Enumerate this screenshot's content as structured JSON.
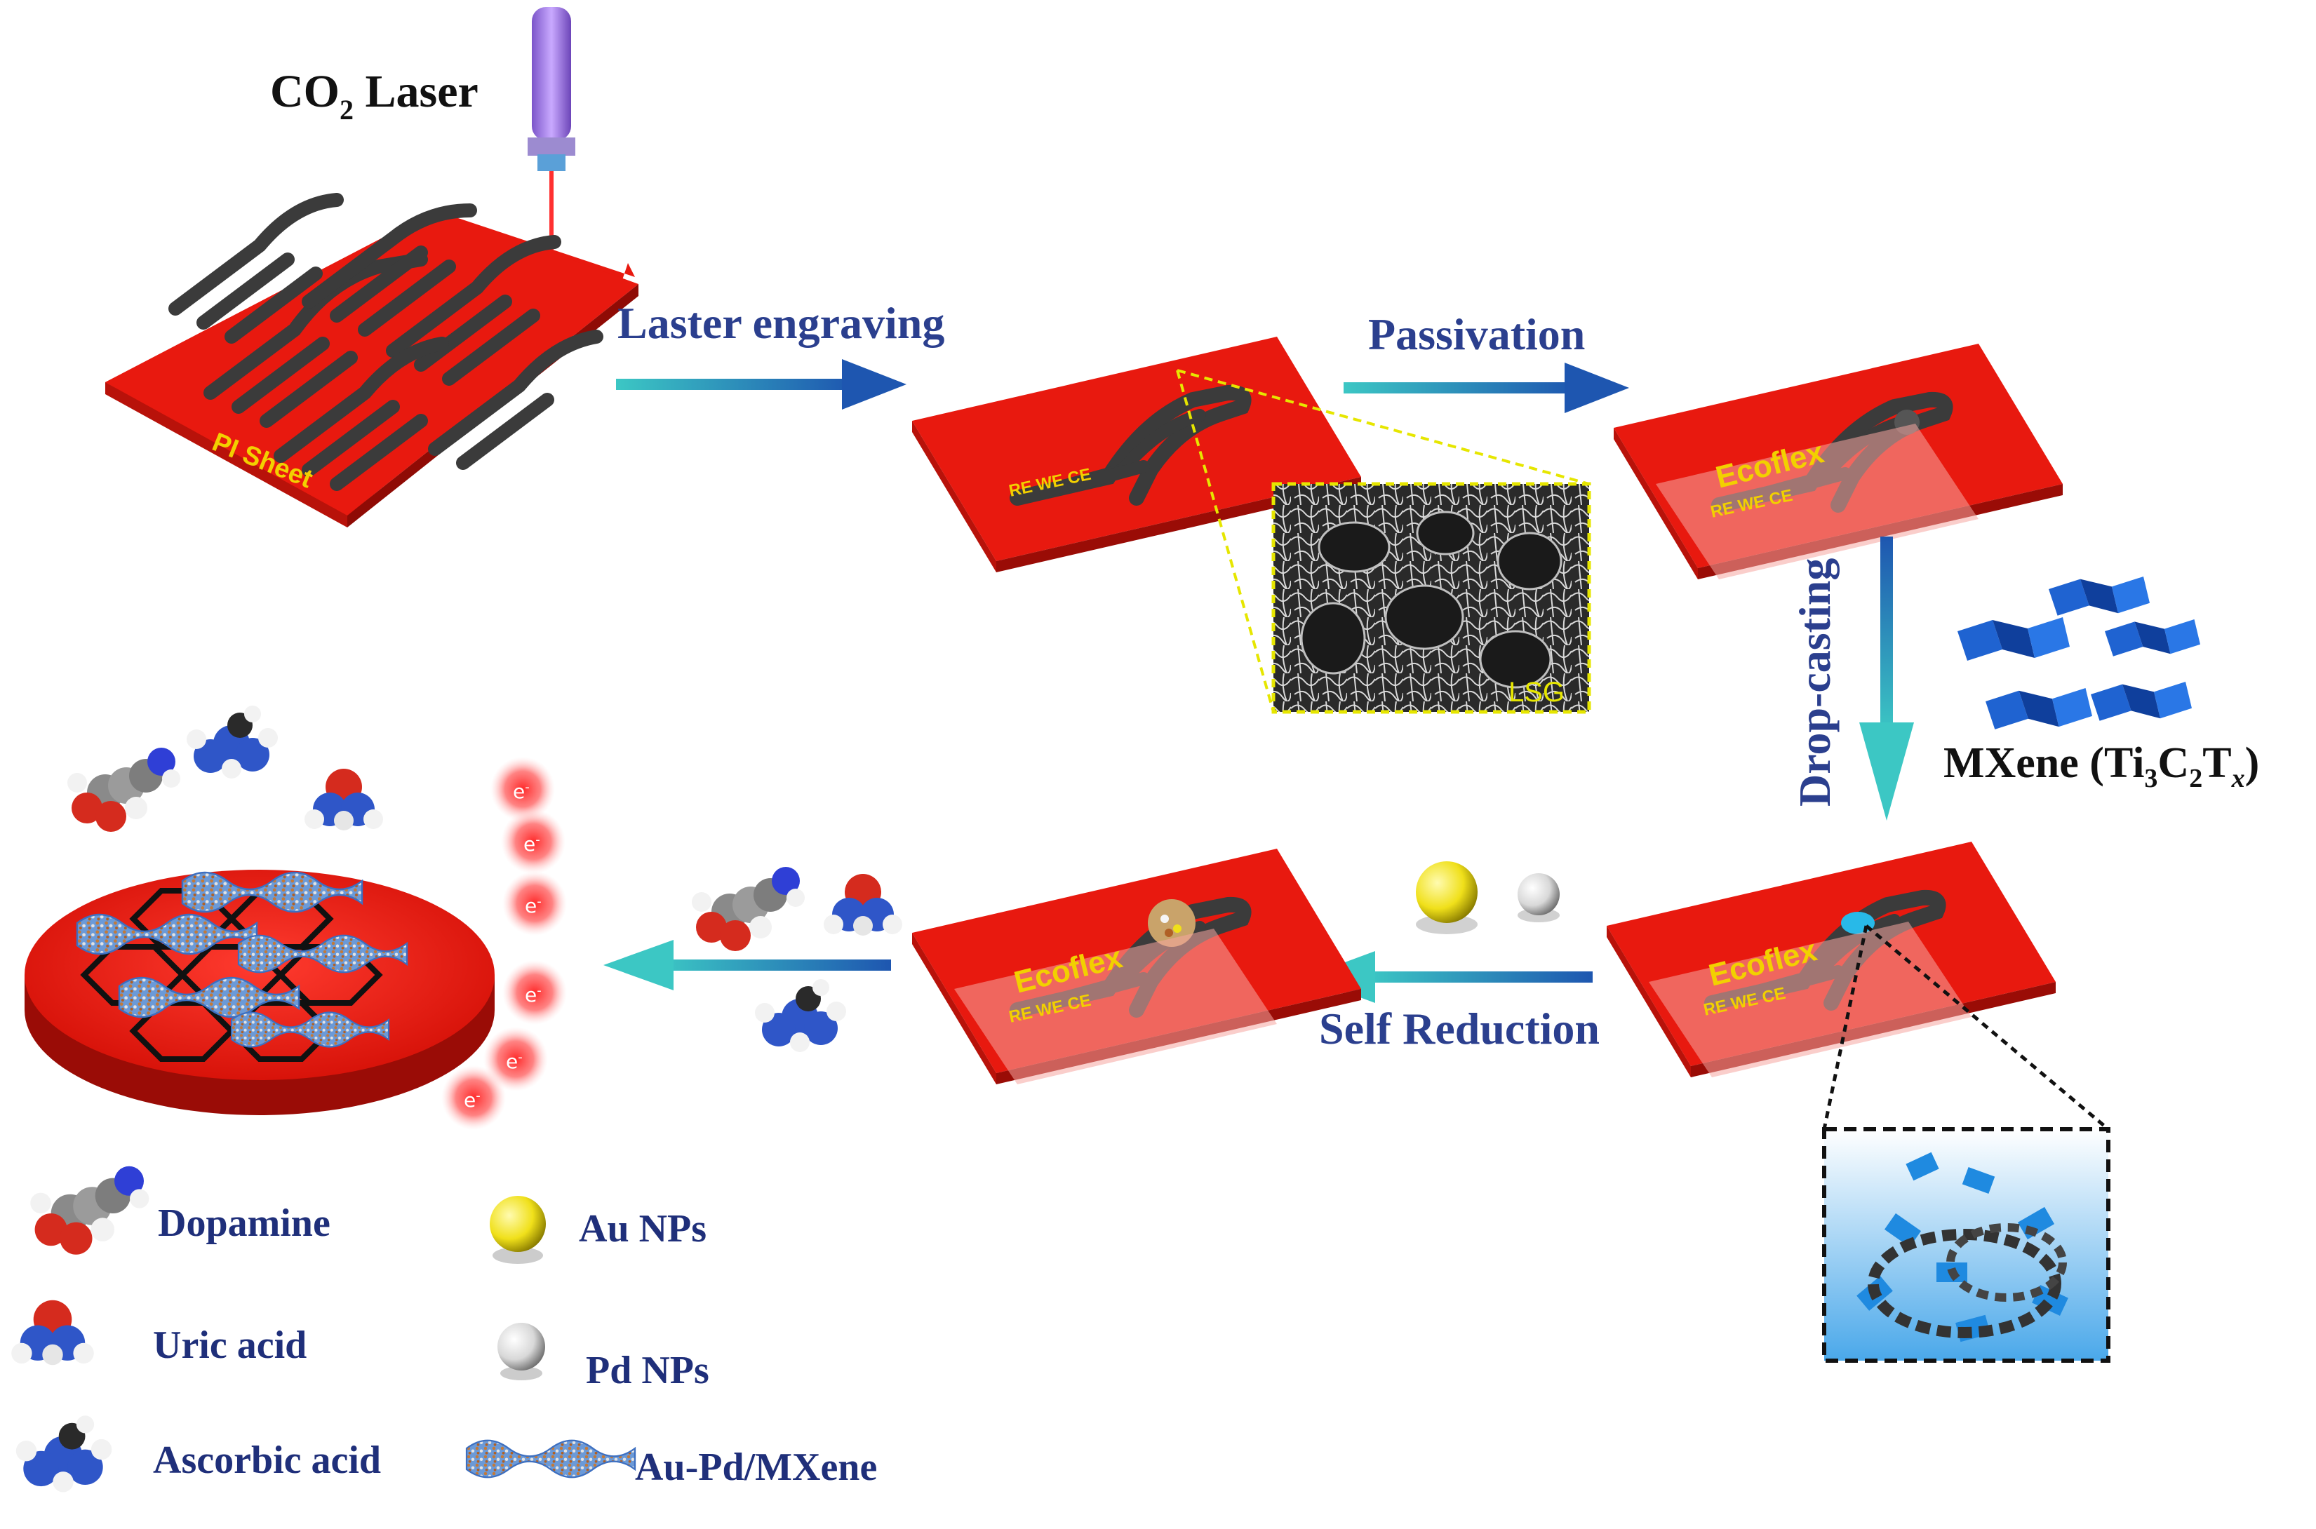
{
  "labels": {
    "co2_prefix": "CO",
    "co2_sub": "2",
    "co2_suffix": " Laser",
    "pi_sheet": "PI Sheet",
    "step_engraving": "Laster engraving",
    "step_passivation": "Passivation",
    "step_dropcasting": "Drop-casting",
    "step_self_reduction": "Self Reduction",
    "lsg": "LSG",
    "electrode_re": "RE",
    "electrode_we": "WE",
    "electrode_ce": "CE",
    "ecoflex": "Ecoflex",
    "mxene_main": "MXene (Ti",
    "mxene_s1": "3",
    "mxene_c": "C",
    "mxene_s2": "2",
    "mxene_t": "T",
    "mxene_x": "x",
    "mxene_close": ")",
    "electron": "e",
    "electron_sup": "-"
  },
  "legend": {
    "dopamine": "Dopamine",
    "uric_acid": "Uric acid",
    "ascorbic_acid": "Ascorbic acid",
    "au_nps": "Au NPs",
    "pd_nps": "Pd NPs",
    "au_pd_mxene": "Au-Pd/MXene"
  },
  "colors": {
    "substrate": "#e8190f",
    "substrate_side": "#9a0c06",
    "electrode": "#3b3b3b",
    "arrow_start": "#3cc7c4",
    "arrow_end": "#1e56b0",
    "text_blue": "#2b3f8e",
    "mxene_blue": "#2f6fd6",
    "au_yellow": "#f0e01a",
    "pd_gray": "#d8d8d8"
  },
  "icons": [
    "laser-icon",
    "molecule-dopamine-icon",
    "molecule-uric-acid-icon",
    "molecule-ascorbic-acid-icon",
    "au-nanoparticle-icon",
    "pd-nanoparticle-icon",
    "mxene-flake-icon",
    "electron-icon"
  ]
}
